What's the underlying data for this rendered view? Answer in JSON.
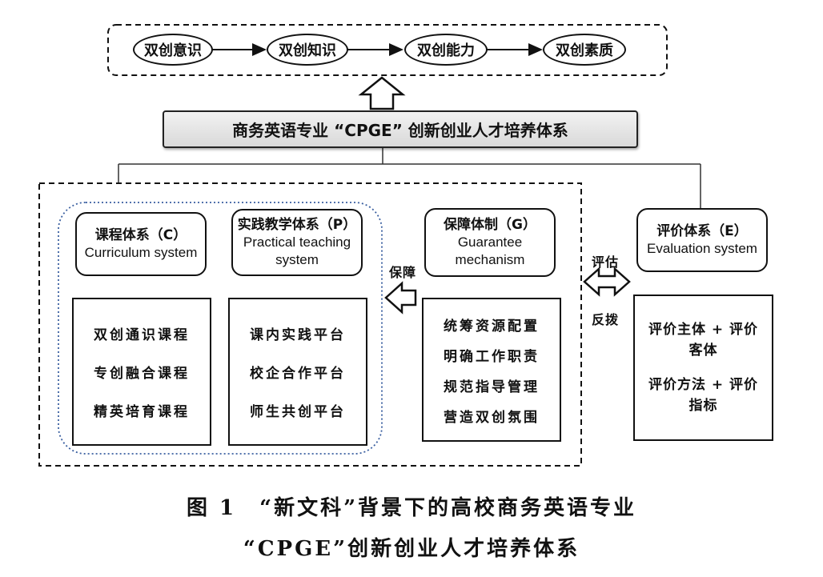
{
  "stages": [
    "双创意识",
    "双创知识",
    "双创能力",
    "双创素质"
  ],
  "main_title": "商务英语专业 “CPGE” 创新创业人才培养体系",
  "curriculum": {
    "title_zh": "课程体系（C）",
    "title_en": "Curriculum system",
    "items": [
      "双创通识课程",
      "专创融合课程",
      "精英培育课程"
    ]
  },
  "practice": {
    "title_zh": "实践教学体系（P）",
    "title_en": "Practical teaching system",
    "items": [
      "课内实践平台",
      "校企合作平台",
      "师生共创平台"
    ]
  },
  "guarantee": {
    "title_zh": "保障体制（G）",
    "title_en": "Guarantee mechanism",
    "items": [
      "统筹资源配置",
      "明确工作职责",
      "规范指导管理",
      "营造双创氛围"
    ]
  },
  "evaluation": {
    "title_zh": "评价体系（E）",
    "title_en": "Evaluation system",
    "items": [
      "评价主体 + 评价客体",
      "评价方法 + 评价指标"
    ]
  },
  "labels": {
    "support": "保障",
    "assess": "评估",
    "feedback": "反拨"
  },
  "caption": {
    "line1": "图 1　“新文科”背景下的高校商务英语专业",
    "line2": "“CPGE”创新创业人才培养体系"
  }
}
